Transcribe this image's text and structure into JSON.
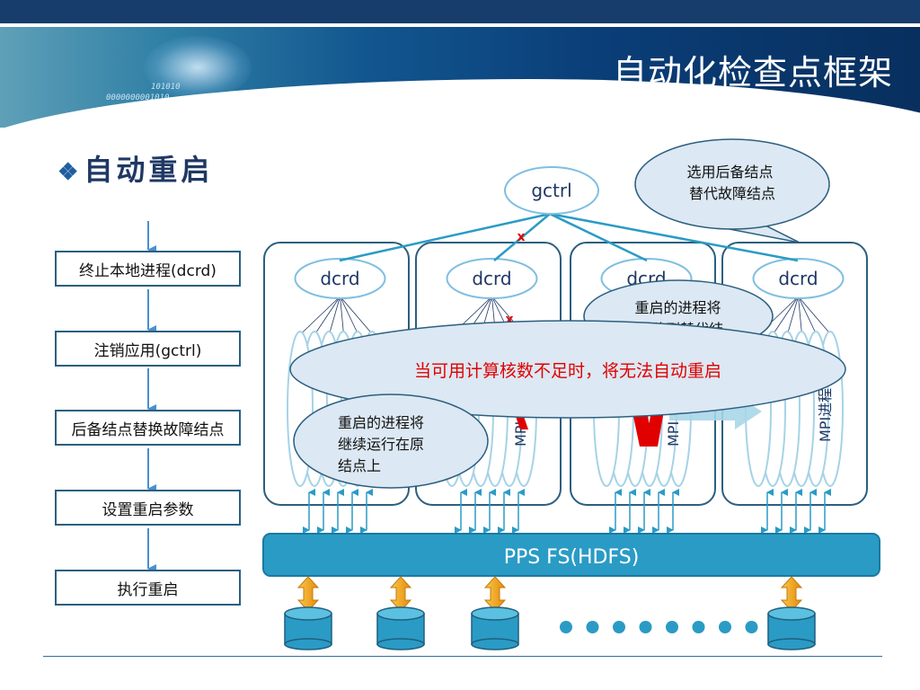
{
  "slide": {
    "title": "自动化检查点框架",
    "section": "自动重启",
    "section_bullet": "❖",
    "binary_text": [
      "101010",
      "0000000001010"
    ]
  },
  "steps": [
    "终止本地进程(dcrd)",
    "注销应用(gctrl)",
    "后备结点替换故障结点",
    "设置重启参数",
    "执行重启"
  ],
  "diagram": {
    "gctrl": "gctrl",
    "dcrd": [
      "dcrd",
      "dcrd",
      "dcrd",
      "dcrd"
    ],
    "mpi_labels": [
      "MPI进程",
      "MPI",
      "MPI"
    ],
    "callout_top": "选用后备结点\n替代故障结点",
    "callout_migrate": "重启的进程将\n迁移到替代结",
    "callout_continue": "重启的进程将\n继续运行在原\n结点上",
    "warning": "当可用计算核数不足时，将无法自动重启",
    "pps_bar": "PPS FS(HDFS)",
    "fail_mark": "x"
  },
  "colors": {
    "dark_blue": "#163d6b",
    "teal": "#2a9bc5",
    "box_border": "#2c5f7f",
    "callout_fill": "#dce8f3",
    "warning_text": "#e00000",
    "fail_red": "#e00000"
  }
}
